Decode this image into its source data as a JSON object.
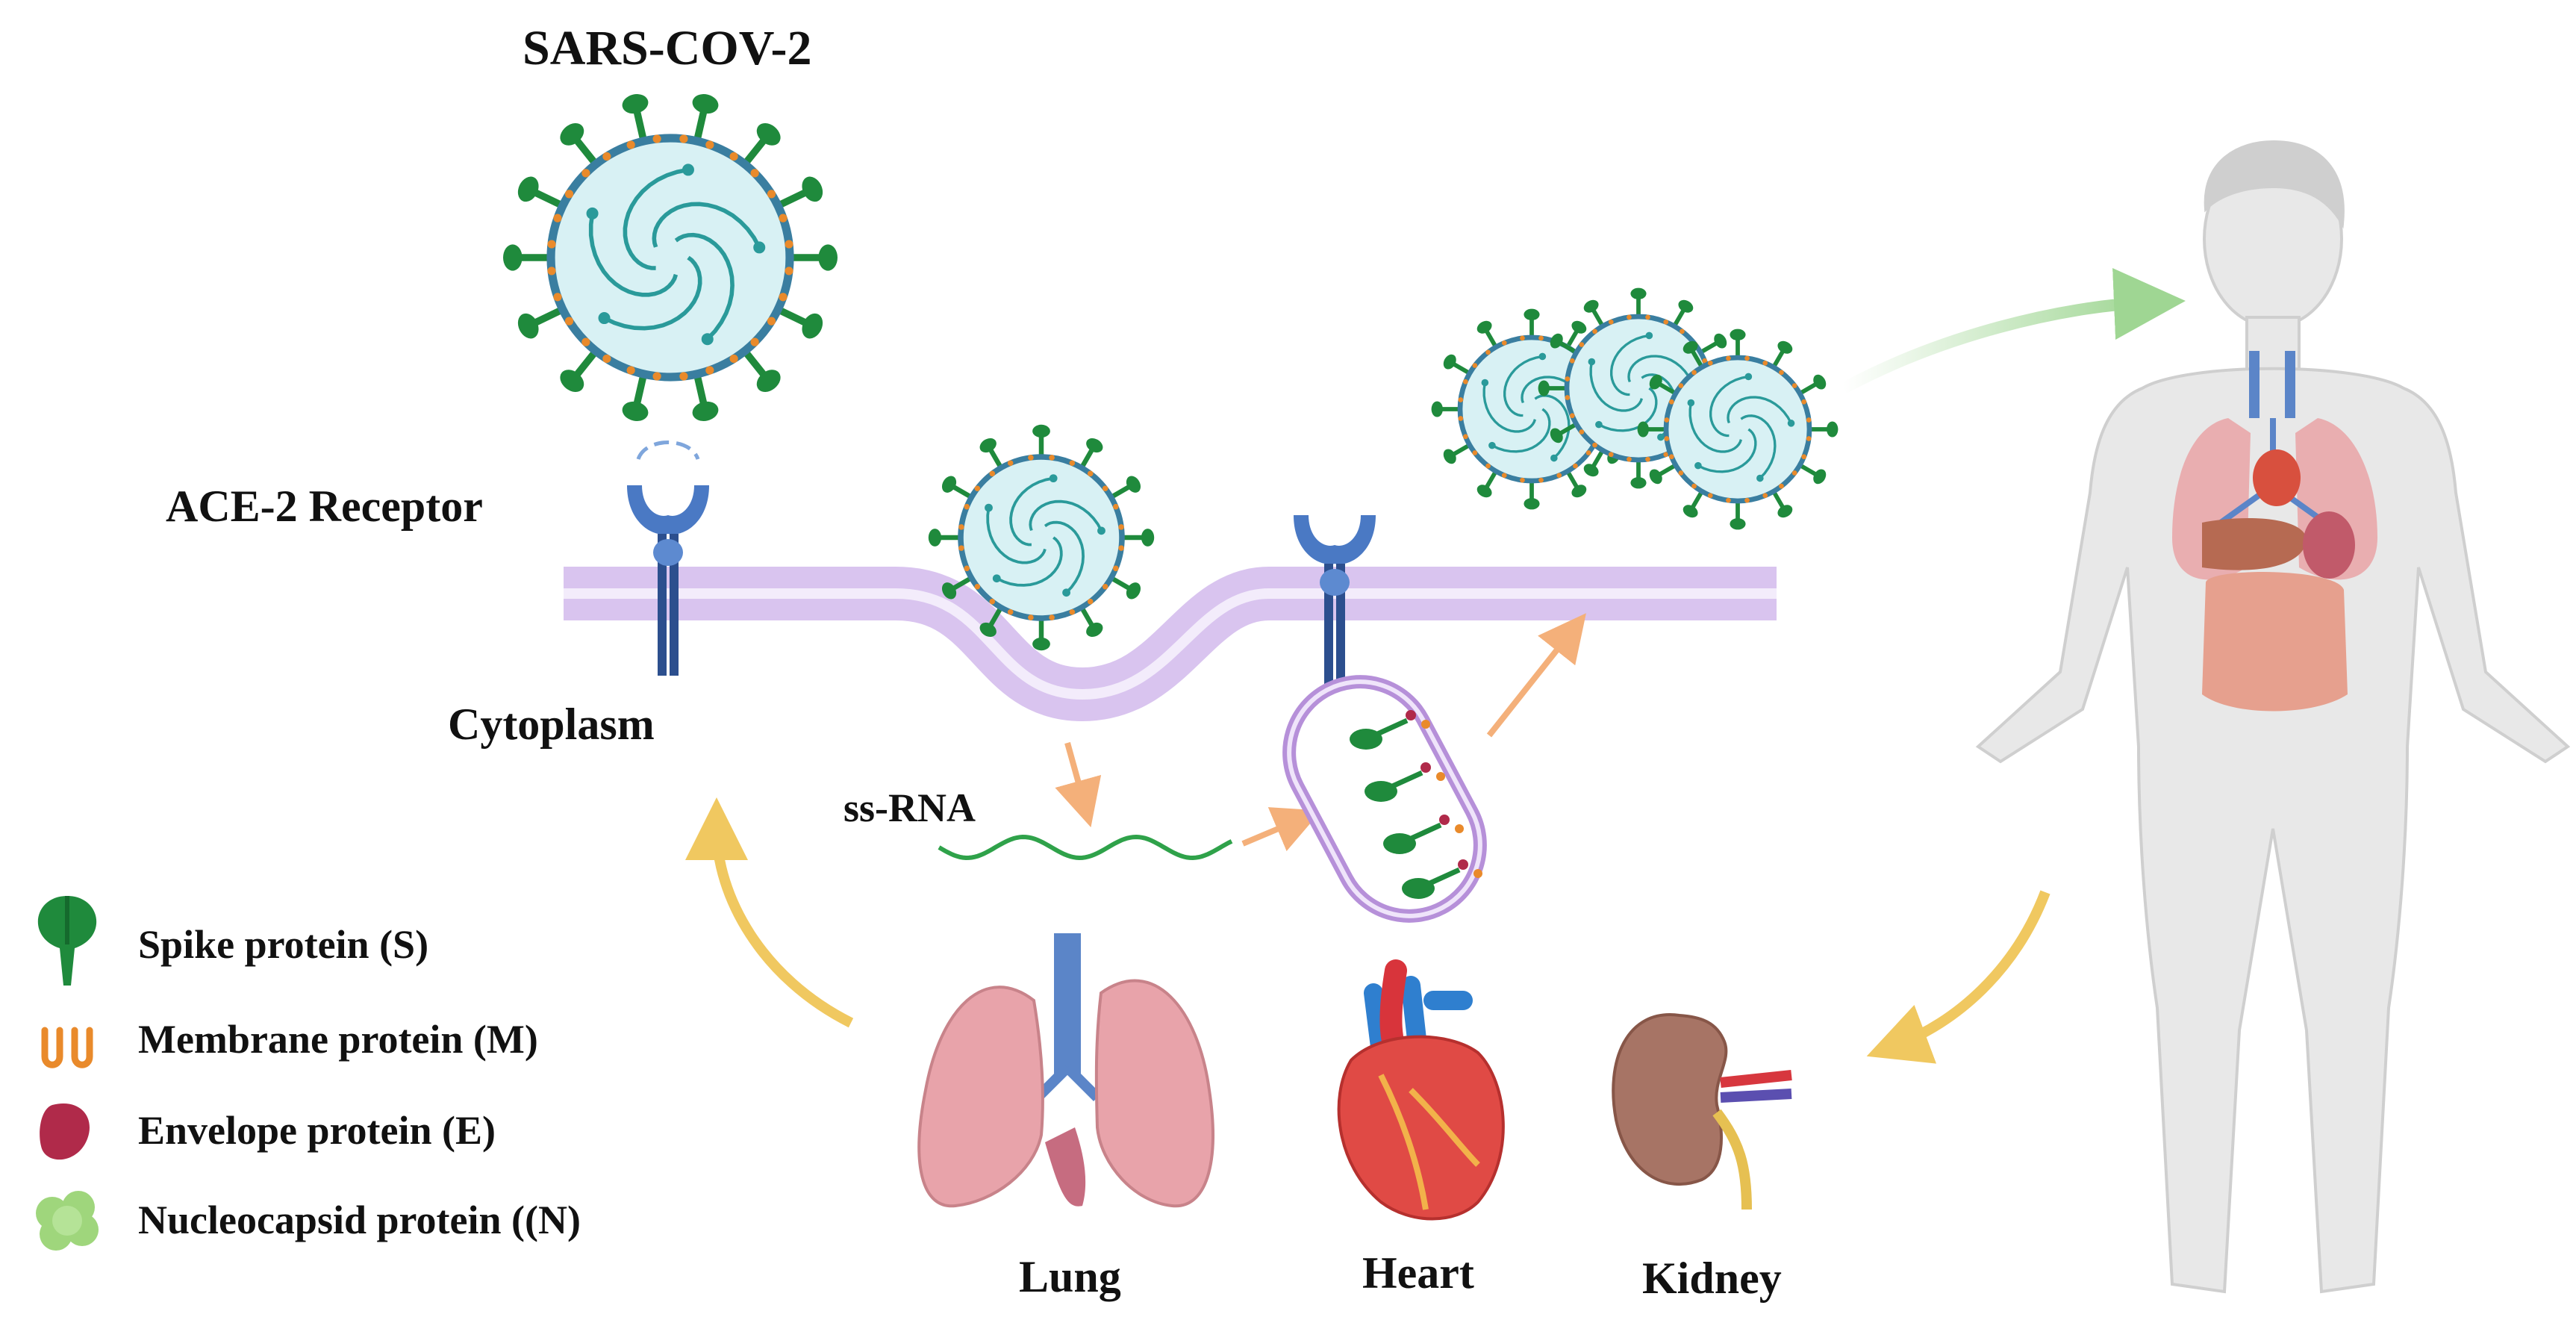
{
  "title": "SARS-COV-2",
  "labels": {
    "receptor": "ACE-2 Receptor",
    "cytoplasm": "Cytoplasm",
    "rna": "ss-RNA"
  },
  "legend": [
    {
      "label": "Spike protein (S)",
      "icon": "spike-protein-icon",
      "color": "#1f8a3c"
    },
    {
      "label": "Membrane protein (M)",
      "icon": "membrane-protein-icon",
      "color": "#e98a2b"
    },
    {
      "label": "Envelope protein (E)",
      "icon": "envelope-protein-icon",
      "color": "#b02a4a"
    },
    {
      "label": "Nucleocapsid protein ((N)",
      "icon": "nucleocapsid-protein-icon",
      "color": "#9fd67c"
    }
  ],
  "organs": [
    {
      "label": "Lung",
      "icon": "lung-icon"
    },
    {
      "label": "Heart",
      "icon": "heart-icon"
    },
    {
      "label": "Kidney",
      "icon": "kidney-icon"
    }
  ],
  "colors": {
    "membrane": "#d9c4ef",
    "virus_fill": "#d8f1f4",
    "virus_outline": "#3a7ea0",
    "spike": "#1f8a3c",
    "rna": "#2fa24a",
    "receptor": "#4a79c4",
    "arrow_orange": "#f4b07a",
    "arrow_yellow": "#efc34f",
    "arrow_green": "#a9dca0",
    "body": "#e6e6e6"
  }
}
